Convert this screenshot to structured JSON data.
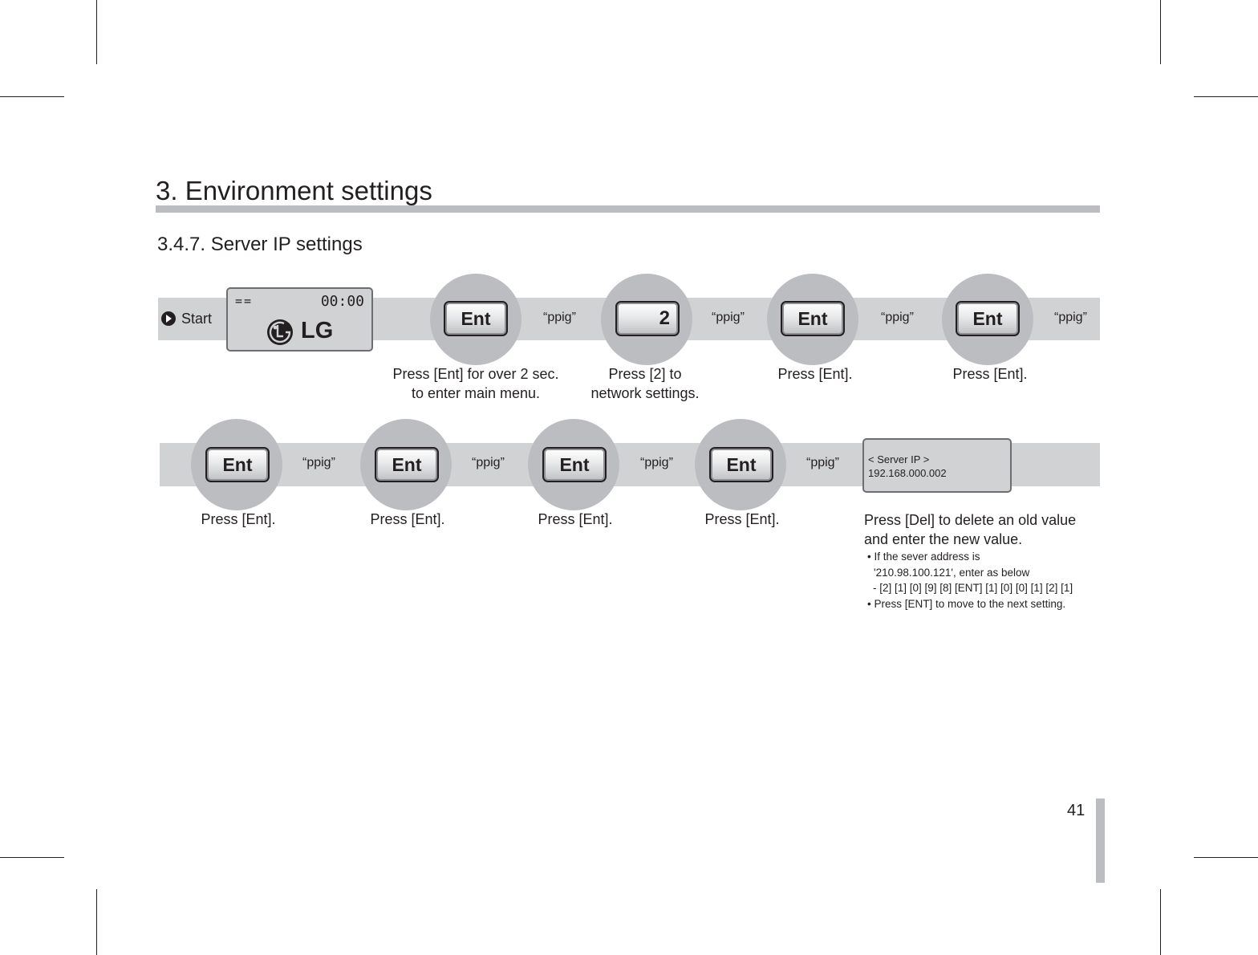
{
  "header": {
    "section_title": "3. Environment settings",
    "subsection_title": "3.4.7. Server IP settings"
  },
  "start": {
    "label": "Start",
    "icon": "arrow-circle-icon"
  },
  "lcd_start": {
    "indicator": "==",
    "time": "00:00",
    "brand": "LG"
  },
  "row1": [
    {
      "key": "Ent",
      "tone": "“ppig”",
      "caption_line1": "Press [Ent] for over 2 sec.",
      "caption_line2": "to enter main menu."
    },
    {
      "key": "2",
      "tone": "“ppig”",
      "caption_line1": "Press [2] to",
      "caption_line2": "network settings."
    },
    {
      "key": "Ent",
      "tone": "“ppig”",
      "caption_line1": "Press [Ent].",
      "caption_line2": ""
    },
    {
      "key": "Ent",
      "tone": "“ppig”",
      "caption_line1": "Press [Ent].",
      "caption_line2": ""
    }
  ],
  "row2": [
    {
      "key": "Ent",
      "tone": "“ppig”",
      "caption": "Press [Ent]."
    },
    {
      "key": "Ent",
      "tone": "“ppig”",
      "caption": "Press [Ent]."
    },
    {
      "key": "Ent",
      "tone": "“ppig”",
      "caption": "Press [Ent]."
    },
    {
      "key": "Ent",
      "tone": "“ppig”",
      "caption": "Press [Ent]."
    }
  ],
  "lcd_server": {
    "line1": "< Server IP >",
    "line2": "192.168.000.002"
  },
  "note": {
    "line1": "Press [Del] to delete an old value",
    "line2": "and enter the new value.",
    "bullet1_a": "• If the sever address is",
    "bullet1_b": "'210.98.100.121', enter as below",
    "bullet1_c": "- [2] [1] [0] [9] [8] [ENT] [1] [0] [0] [1] [2] [1]",
    "bullet2": "• Press [ENT] to move to the next setting."
  },
  "footer": {
    "page_number": "41"
  },
  "colors": {
    "band": "#d1d2d4",
    "circle": "#bcbdc0",
    "text": "#231f20"
  }
}
